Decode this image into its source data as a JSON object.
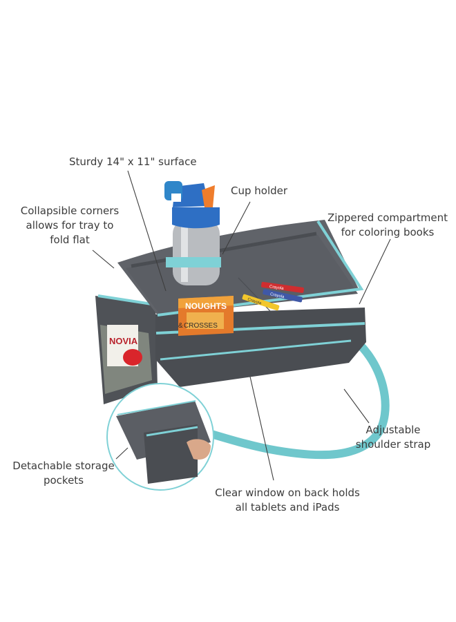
{
  "callouts": {
    "surface": [
      "Sturdy 14\" x 11\" surface"
    ],
    "cup_holder": [
      "Cup holder"
    ],
    "collapsible": [
      "Collapsible corners",
      "allows for tray to",
      "fold flat"
    ],
    "zippered": [
      "Zippered compartment",
      "for coloring books"
    ],
    "strap": [
      "Adjustable",
      "shoulder strap"
    ],
    "pockets": [
      "Detachable storage",
      "pockets"
    ],
    "window": [
      "Clear window on back holds",
      "all tablets and iPads"
    ]
  },
  "product": {
    "book_top": "NOUGHTS",
    "book_mid": "&",
    "book_bottom": "CROSSES",
    "pocket_book": "NOVIA",
    "crayon_brand": "Crayola"
  },
  "colors": {
    "tray": "#5b5e64",
    "trim": "#7fd1d6",
    "bottle": "#b9bcc0",
    "book": "#e47a2b"
  }
}
